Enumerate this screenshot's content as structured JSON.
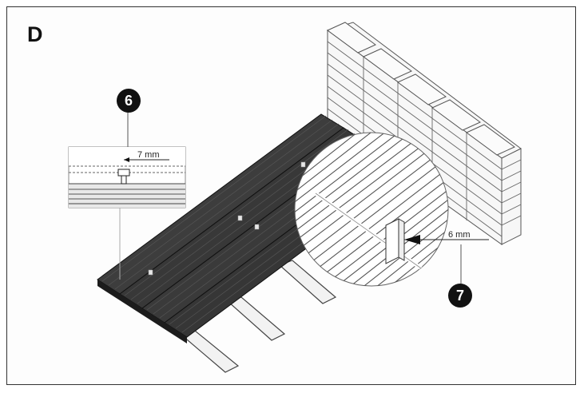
{
  "panel": {
    "letter": "D"
  },
  "callouts": [
    {
      "number": "6",
      "label": "7 mm"
    },
    {
      "number": "7",
      "label": "6 mm"
    }
  ],
  "colors": {
    "board_dark": "#3a3a3a",
    "board_edge": "#1a1a1a",
    "joist": "#f2f2f2",
    "brick": "#f5f5f5",
    "line": "#333333"
  }
}
